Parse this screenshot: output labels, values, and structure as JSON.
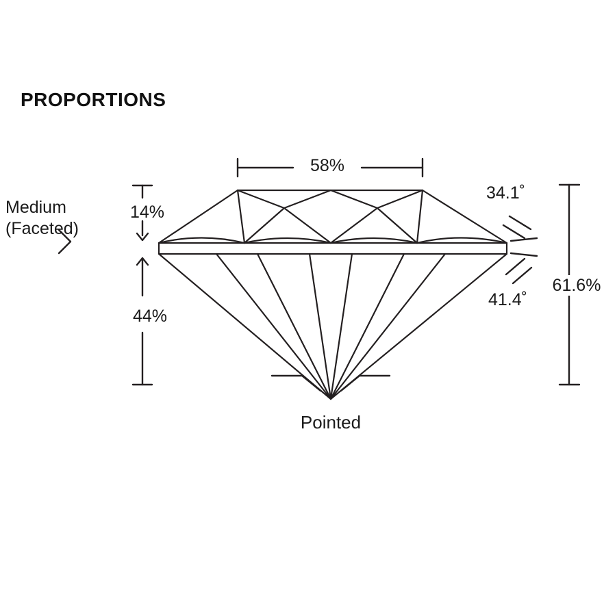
{
  "page": {
    "title": "PROPORTIONS",
    "background": "#ffffff"
  },
  "diagram": {
    "type": "diamond-profile-proportions",
    "measurements": {
      "table_width": "58%",
      "crown_height": "14%",
      "girdle_thickness_line1": "Medium",
      "girdle_thickness_line2": "(Faceted)",
      "pavilion_depth": "44%",
      "crown_angle": "34.1˚",
      "pavilion_angle": "41.4˚",
      "total_depth": "61.6%",
      "culet": "Pointed"
    },
    "colors": {
      "line": "#231f20",
      "text": "#1a1a1a",
      "background": "#ffffff"
    }
  }
}
